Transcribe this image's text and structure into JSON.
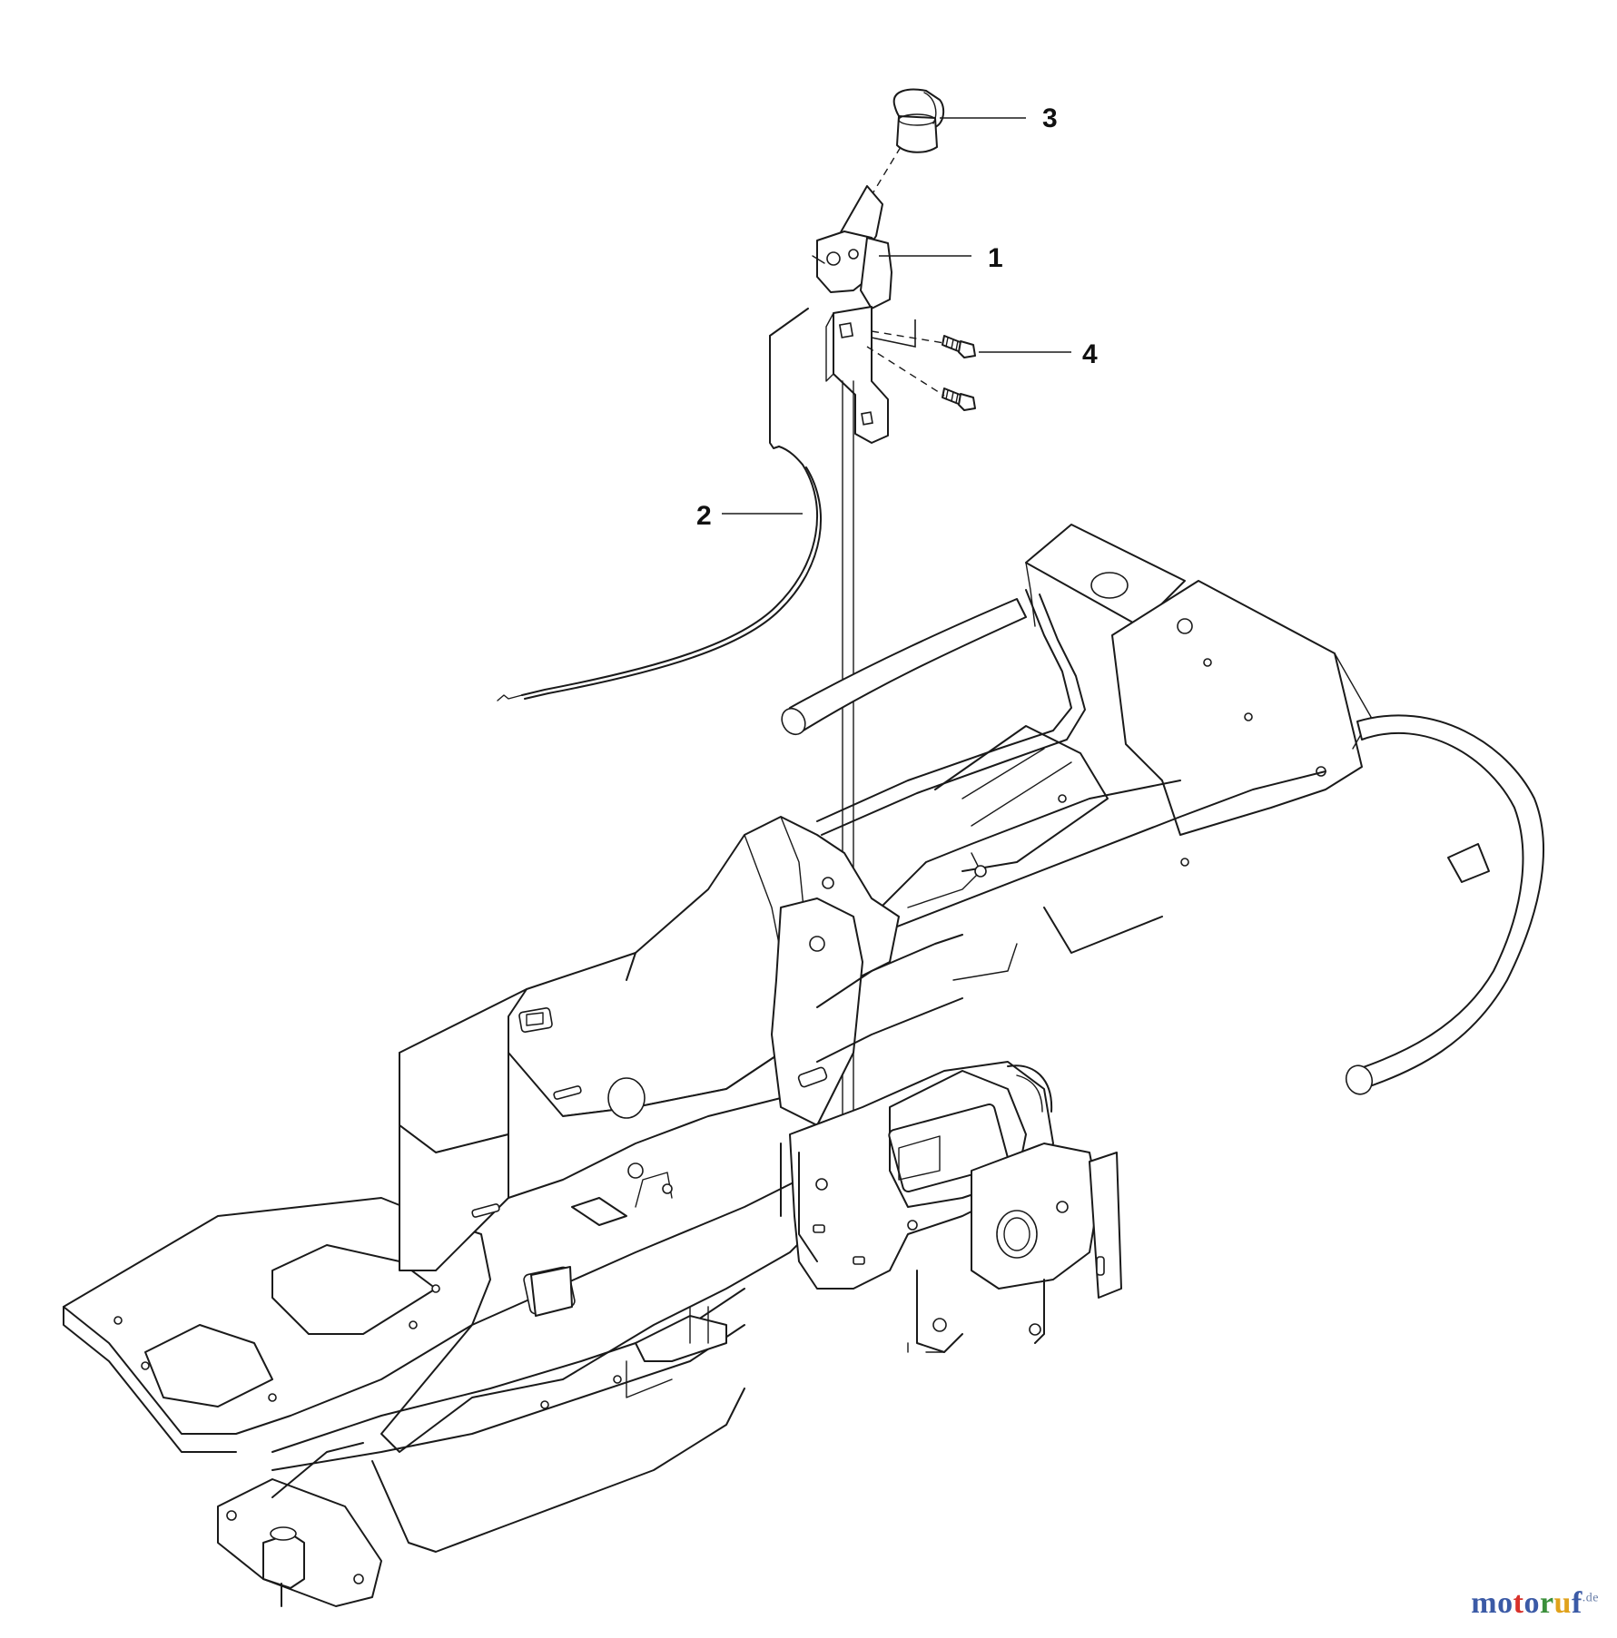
{
  "diagram": {
    "callouts": [
      {
        "id": "callout-1",
        "label": "1"
      },
      {
        "id": "callout-2",
        "label": "2"
      },
      {
        "id": "callout-3",
        "label": "3"
      },
      {
        "id": "callout-4",
        "label": "4"
      }
    ]
  },
  "watermark": {
    "letters": [
      "m",
      "o",
      "t",
      "o",
      "r",
      "u",
      "f"
    ],
    "colors": [
      "#3b5aa6",
      "#3b5aa6",
      "#d9322b",
      "#3b5aa6",
      "#3b8f3b",
      "#e0a21c",
      "#3b5aa6"
    ],
    "suffix": ".de"
  }
}
